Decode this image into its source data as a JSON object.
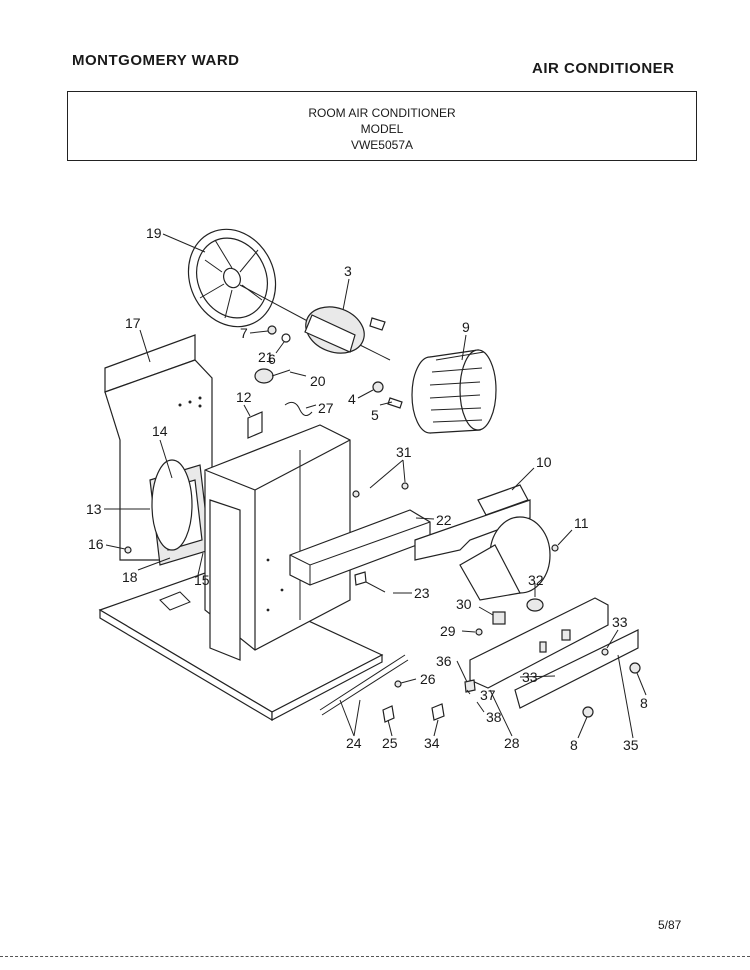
{
  "header": {
    "brand": "MONTGOMERY WARD",
    "product": "AIR CONDITIONER"
  },
  "title_box": {
    "line1": "ROOM AIR CONDITIONER",
    "line2": "MODEL",
    "line3": "VWE5057A"
  },
  "callouts": {
    "c19": "19",
    "c3": "3",
    "c17": "17",
    "c7": "7",
    "c9": "9",
    "c21": "21",
    "c6": "6",
    "c20": "20",
    "c4": "4",
    "c5": "5",
    "c12": "12",
    "c27": "27",
    "c14": "14",
    "c31": "31",
    "c10": "10",
    "c13": "13",
    "c22": "22",
    "c11": "11",
    "c16": "16",
    "c18": "18",
    "c15": "15",
    "c32": "32",
    "c23": "23",
    "c30": "30",
    "c29": "29",
    "c33a": "33",
    "c36": "36",
    "c26": "26",
    "c33b": "33",
    "c37": "37",
    "c8a": "8",
    "c38": "38",
    "c24": "24",
    "c25": "25",
    "c34": "34",
    "c28": "28",
    "c8b": "8",
    "c35": "35"
  },
  "footer": {
    "date": "5/87"
  }
}
